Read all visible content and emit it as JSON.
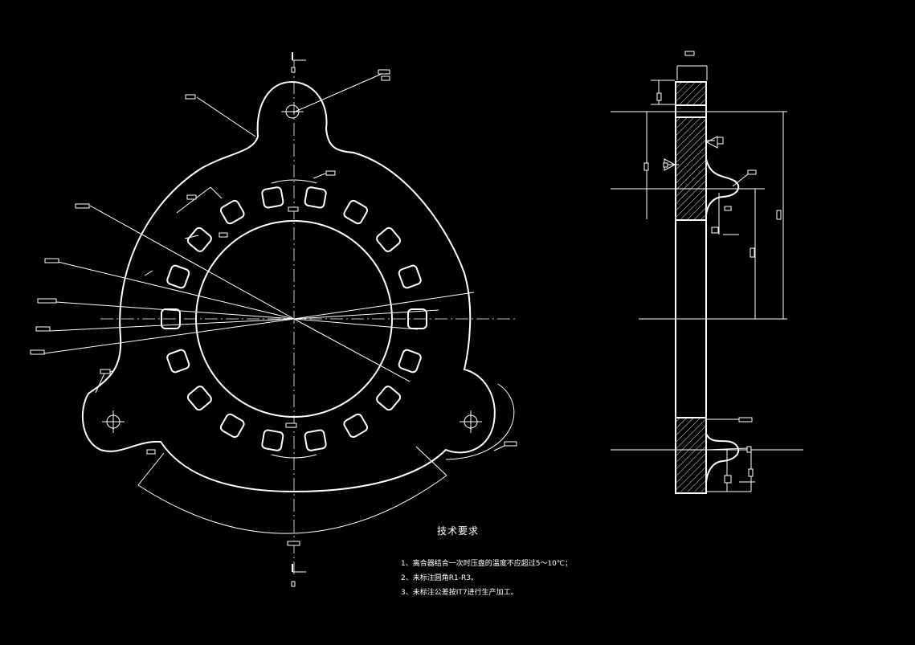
{
  "notes": {
    "title": "技术要求",
    "items": [
      "1、离合器结合一次时压盘的温度不应超过5～10℃；",
      "2、未标注圆角R1-R3。",
      "3、未标注公差按IT7进行生产加工。"
    ]
  }
}
